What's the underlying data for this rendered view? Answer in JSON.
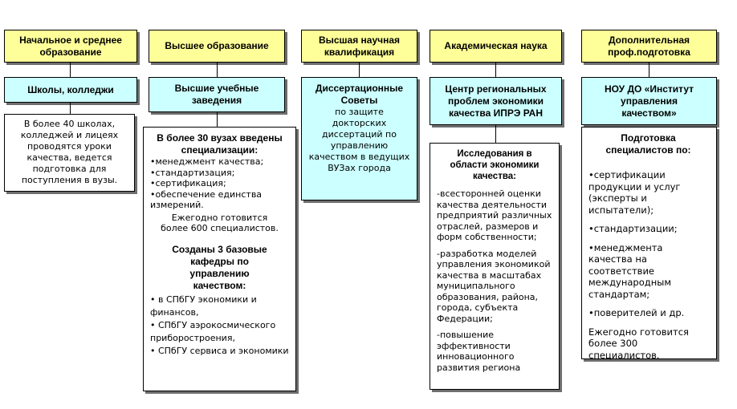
{
  "columns": [
    {
      "header": "Начальное и среднее образование",
      "sub": "Школы, колледжи",
      "body": "В более 40 школах, колледжей и лицеях проводятся уроки качества, ведется подготовка для поступления в вузы."
    },
    {
      "header": "Высшее образование",
      "sub": "Высшие  учебные заведения",
      "body": {
        "title": "В более 30 вузах введены специализации:",
        "items": [
          "•менеджмент качества;",
          "•стандартизация;",
          "•сертификация;",
          "•обеспечение единства измерений."
        ],
        "note": "Ежегодно готовится более 600 специалистов.",
        "title2": "Созданы 3 базовые кафедры по управлению качеством:",
        "items2": [
          "• в СПбГУ экономики и финансов,",
          "• СПбГУ аэрокосмического приборостроения,",
          "• СПбГУ сервиса и экономики"
        ]
      }
    },
    {
      "header": "Высшая научная квалификация",
      "sub_title": "Диссертационные Советы",
      "sub_text": "по защите докторских диссертаций по управлению качеством в ведущих ВУЗах города"
    },
    {
      "header": "Академическая наука",
      "sub": "Центр региональных проблем экономики качества ИПРЭ РАН",
      "body": {
        "title": "Исследования в области экономики качества:",
        "items": [
          "-всесторонней оценки качества деятельности предприятий различных отраслей, размеров и форм собственности;",
          "-разработка моделей управления экономикой качества в масштабах муниципального образования, района, города, субъекта Федерации;",
          "-повышение эффективности инновационного развития региона"
        ]
      }
    },
    {
      "header": "Дополнительная проф.подготовка",
      "sub": "НОУ ДО «Институт управления качеством»",
      "body": {
        "title": "Подготовка специалистов по:",
        "items": [
          "•сертификации продукции и услуг (эксперты и испытатели);",
          "•стандартизации;",
          "•менеджмента качества на соответствие международным стандартам;",
          "•поверителей и др.",
          "Ежегодно готовится более 300 специалистов."
        ]
      }
    }
  ]
}
